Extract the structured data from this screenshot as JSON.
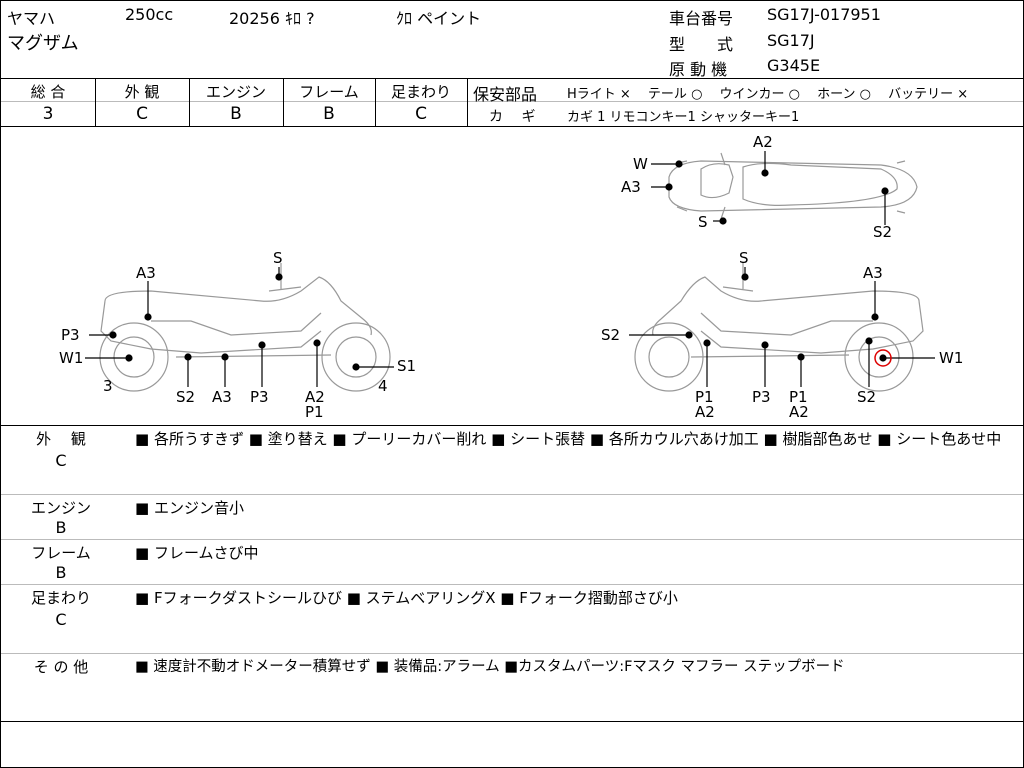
{
  "header": {
    "maker": "ヤマハ",
    "cc": "250cc",
    "mileage_note": "20256 ｷﾛ ?",
    "color": "ｸﾛ ペイント",
    "model_name": "マグザム",
    "chassis_label": "車台番号",
    "chassis_value": "SG17J-017951",
    "type_label": "型　　式",
    "type_value": "SG17J",
    "engine_label": "原 動 機",
    "engine_value": "G345E"
  },
  "grades": {
    "labels": [
      "総 合",
      "外 観",
      "エンジン",
      "フレーム",
      "足まわり"
    ],
    "values": [
      "3",
      "C",
      "B",
      "B",
      "C"
    ]
  },
  "safety": {
    "label": "保安部品",
    "items": "Hライト ×　 テール ○　 ウインカー ○　 ホーン ○　 バッテリー ×",
    "key_label": "カ　 ギ",
    "key_value": "カギ 1 リモコンキー1 シャッターキー1"
  },
  "diagram": {
    "top_labels": [
      "W",
      "A3",
      "A2",
      "S",
      "S2"
    ],
    "left_labels": [
      "S",
      "A3",
      "P3",
      "W1",
      "3",
      "S2",
      "A3",
      "P3",
      "A2",
      "P1",
      "S1",
      "4"
    ],
    "right_labels": [
      "S",
      "A3",
      "S2",
      "W1",
      "P1",
      "A2",
      "P3",
      "P1",
      "A2",
      "S2"
    ]
  },
  "sections": [
    {
      "title": "外　 観",
      "grade": "C",
      "text": "■ 各所うすきず ■ 塗り替え ■ プーリーカバー削れ ■ シート張替 ■ 各所カウル穴あけ加工 ■ 樹脂部色あせ ■ シート色あせ中"
    },
    {
      "title": "エンジン",
      "grade": "B",
      "text": "■ エンジン音小"
    },
    {
      "title": "フレーム",
      "grade": "B",
      "text": "■ フレームさび中"
    },
    {
      "title": "足まわり",
      "grade": "C",
      "text": "■ Fフォークダストシールひび ■ ステムベアリングX ■ Fフォーク摺動部さび小"
    },
    {
      "title": "そ の 他",
      "grade": "",
      "text": "■ 速度計不動オドメーター積算せず ■ 装備品:アラーム ■カスタムパーツ:Fマスク マフラー ステップボード"
    }
  ]
}
